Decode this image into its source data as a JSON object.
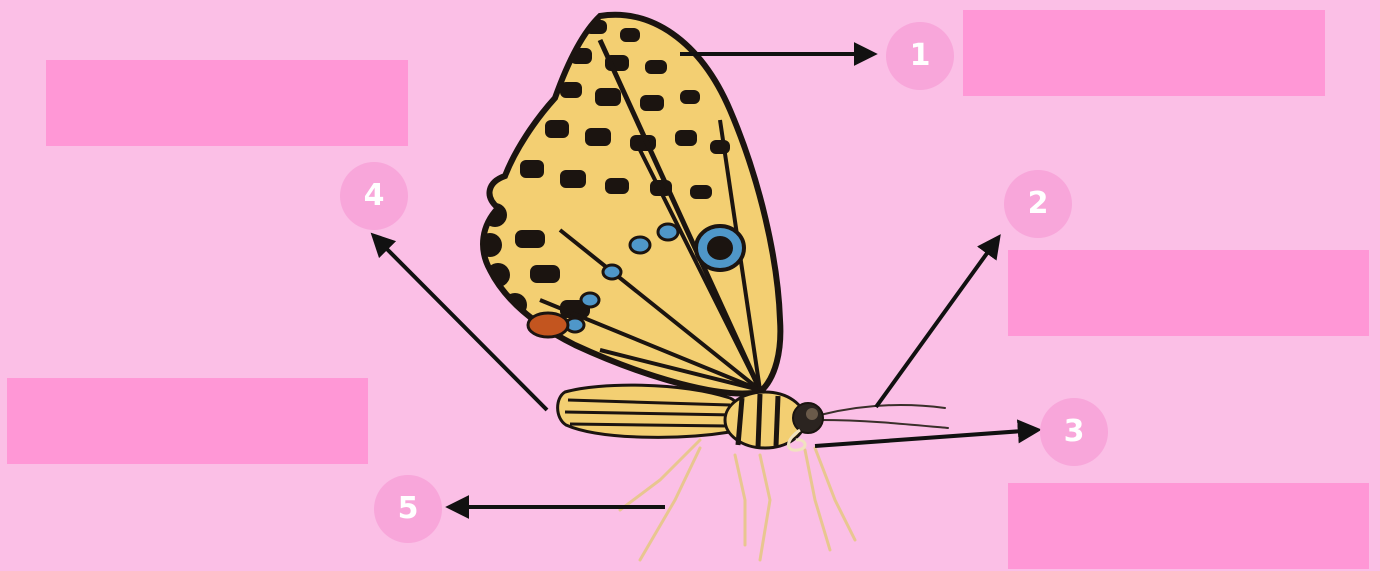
{
  "diagram": {
    "subject": "butterfly",
    "labels": [
      {
        "number": "1"
      },
      {
        "number": "2"
      },
      {
        "number": "3"
      },
      {
        "number": "4"
      },
      {
        "number": "5"
      }
    ],
    "colors": {
      "background": "#fbbfe6",
      "answer_box": "#ff97d6",
      "badge": "#f8a6da",
      "arrow": "#111111",
      "wing_yellow": "#f3cf72",
      "wing_black": "#1b1410",
      "eyespot_blue": "#4f97c9",
      "tail_orange": "#c3551f"
    }
  }
}
